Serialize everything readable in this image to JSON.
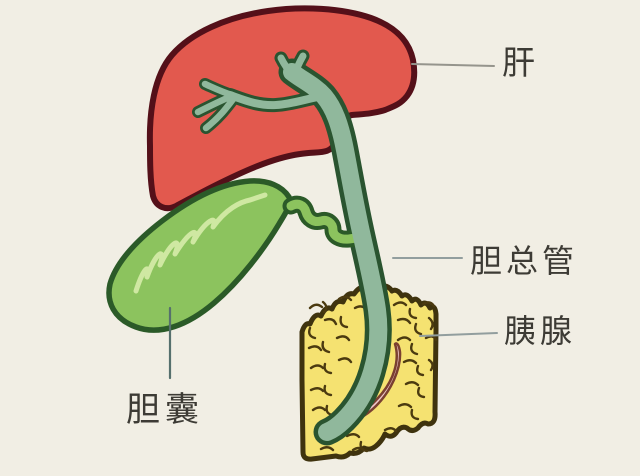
{
  "figure": {
    "type": "anatomy-illustration",
    "background_color": "#f1eee4",
    "labels": {
      "liver": "肝",
      "common_bile_duct": "胆总管",
      "pancreas": "胰腺",
      "gallbladder": "胆囊"
    },
    "colors": {
      "liver_fill": "#e2594e",
      "liver_outline": "#541019",
      "duct_fill": "#90b89c",
      "duct_outline": "#2a5430",
      "gallbladder_fill": "#8cc35e",
      "gallbladder_outline": "#2b5a28",
      "gallbladder_highlight": "#cfe8a2",
      "cystic_duct_fill": "#8cc35e",
      "pancreas_fill": "#f5e271",
      "pancreas_outline": "#3f330e",
      "pancreas_texture": "#4b3a10",
      "pancreatic_duct_fill": "#f0c8cd",
      "pancreatic_duct_outline": "#7a4030",
      "label_text": "#3d3b35",
      "leader_line_gray": "#95948c",
      "leader_line_blue": "#929e9e",
      "leader_line_teal": "#56706d"
    }
  }
}
